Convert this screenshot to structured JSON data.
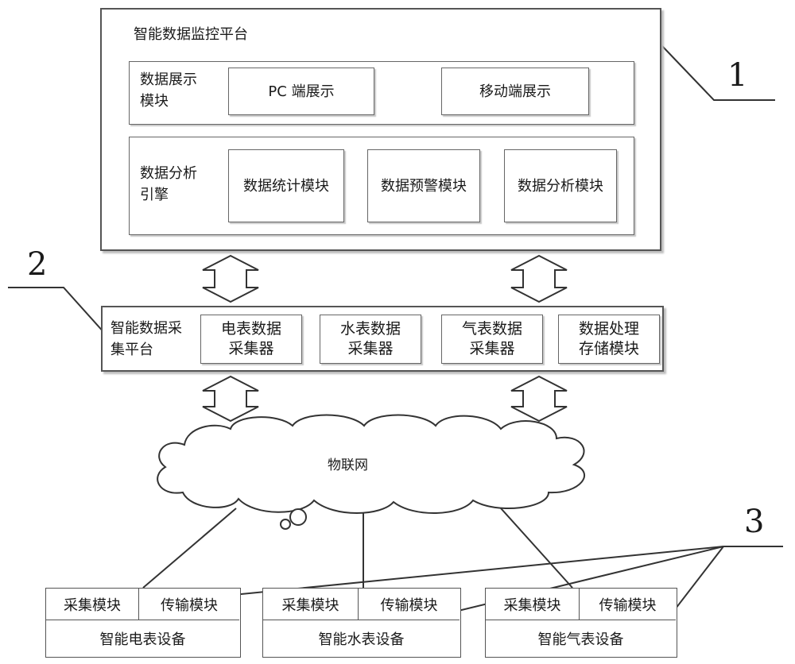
{
  "platform": {
    "title": "智能数据监控平台",
    "display_module": {
      "label": "数据展示模块",
      "items": [
        "PC 端展示",
        "移动端展示"
      ]
    },
    "analysis_engine": {
      "label": "数据分析引擎",
      "items": [
        "数据统计模块",
        "数据预警模块",
        "数据分析模块"
      ]
    }
  },
  "collection": {
    "label": "智能数据采集平台",
    "items": [
      "电表数据采集器",
      "水表数据采集器",
      "气表数据采集器",
      "数据处理存储模块"
    ]
  },
  "network": {
    "label": "物联网"
  },
  "devices": [
    {
      "collect": "采集模块",
      "transmit": "传输模块",
      "name": "智能电表设备"
    },
    {
      "collect": "采集模块",
      "transmit": "传输模块",
      "name": "智能水表设备"
    },
    {
      "collect": "采集模块",
      "transmit": "传输模块",
      "name": "智能气表设备"
    }
  ],
  "callouts": [
    "1",
    "2",
    "3"
  ]
}
